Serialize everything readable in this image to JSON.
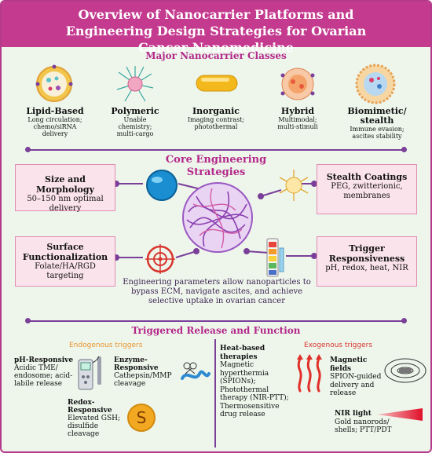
{
  "title": "Overview of Nanocarrier Platforms and Engineering Design Strategies for Ovarian Cancer Nanomedicine",
  "sections": {
    "classes": "Major Nanocarrier Classes",
    "strategies_line1": "Core Engineering",
    "strategies_line2": "Strategies",
    "triggered": "Triggered Release and Function"
  },
  "classes": [
    {
      "name": "Lipid-Based",
      "desc": "Long circulation; chemo/siRNA delivery"
    },
    {
      "name": "Polymeric",
      "desc": "Unable chemistry; multi-cargo"
    },
    {
      "name": "Inorganic",
      "desc": "Imaging contrast; photothermal"
    },
    {
      "name": "Hybrid",
      "desc": "Multimodal; multi-stimuli"
    },
    {
      "name": "Biomimetic/ stealth",
      "desc": "Immune evasion; ascites stability"
    }
  ],
  "strategies": [
    {
      "head": "Size and Morphology",
      "body": "50–150 nm optimal delivery"
    },
    {
      "head": "Stealth Coatings",
      "body": "PEG, zwitterionic, membranes"
    },
    {
      "head": "Surface Functionalization",
      "body": "Folate/HA/RGD targeting"
    },
    {
      "head": "Trigger Responsiveness",
      "body": "pH, redox, heat, NIR"
    }
  ],
  "center_caption": "Engineering parameters allow nanoparticles to bypass ECM, navigate ascites, and achieve selective uptake in ovarian cancer",
  "endogenous": {
    "label": "Endogenous triggers",
    "ph": {
      "head": "pH-Responsive",
      "body": "Acidic TME/ endosome; acid-labile release"
    },
    "enzyme": {
      "head": "Enzyme-Responsive",
      "body": "Cathepsin/MMP cleavage"
    },
    "redox": {
      "head": "Redox-Responsive",
      "body": "Elevated GSH; disulfide cleavage"
    },
    "redox_icon_letter": "S"
  },
  "exogenous": {
    "label": "Exogenous triggers",
    "heat": {
      "head": "Heat-based therapies",
      "body": "Magnetic hyperthermia (SPIONs); Photothermal therapy (NIR-PTT); Thermosensitive drug release"
    },
    "magnetic": {
      "head": "Magnetic fields",
      "body": "SPION-guided delivery and release"
    },
    "nir": {
      "head": "NIR light",
      "body": "Gold nanorods/ shells; PTT/PDT"
    }
  },
  "colors": {
    "header": "#c43a8f",
    "section": "#b3288a",
    "accent": "#7a3f99",
    "box": "#fbe3ec",
    "endo": "#e8912a",
    "exo": "#d8342c",
    "background": "#eef6ec"
  }
}
